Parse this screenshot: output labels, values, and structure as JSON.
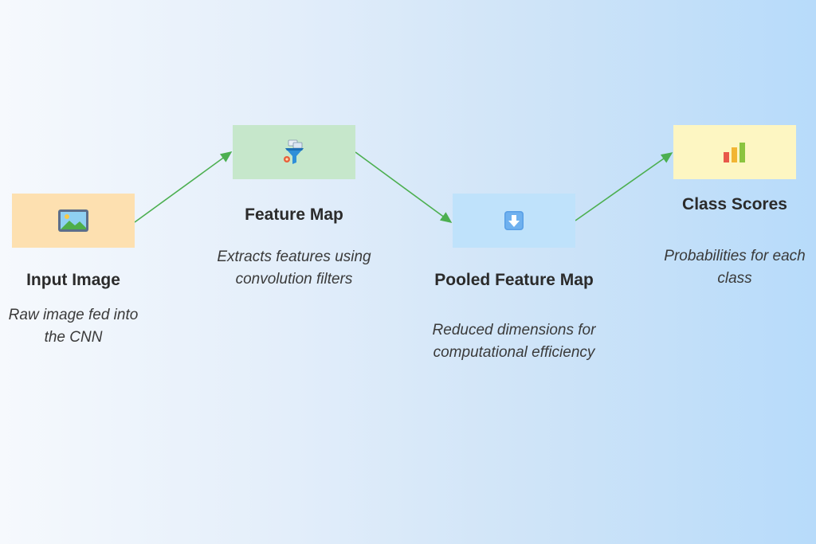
{
  "colors": {
    "input_box": "#fde0b0",
    "feature_box": "#c6e7cb",
    "pooled_box": "#bfe2fb",
    "class_box": "#fdf6c2",
    "arrow": "#4caf50"
  },
  "nodes": {
    "input": {
      "title": "Input Image",
      "description": "Raw image fed into the CNN",
      "icon": "image-icon"
    },
    "feature": {
      "title": "Feature Map",
      "description": "Extracts features using convolution filters",
      "icon": "filter-funnel-icon"
    },
    "pooled": {
      "title": "Pooled Feature Map",
      "description": "Reduced dimensions for computational efficiency",
      "icon": "down-arrow-icon"
    },
    "class": {
      "title": "Class Scores",
      "description": "Probabilities for each class",
      "icon": "bar-chart-icon"
    }
  },
  "edges": [
    {
      "from": "input",
      "to": "feature"
    },
    {
      "from": "feature",
      "to": "pooled"
    },
    {
      "from": "pooled",
      "to": "class"
    }
  ]
}
